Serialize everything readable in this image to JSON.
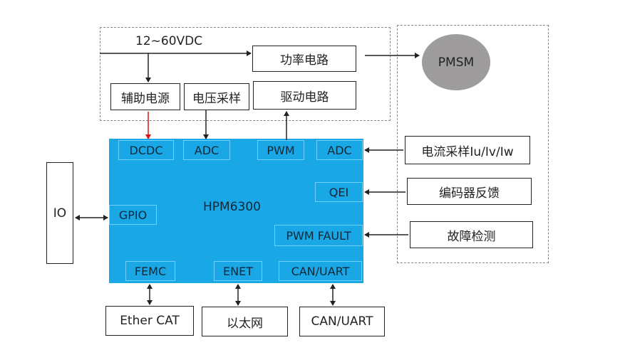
{
  "power_input": "12~60VDC",
  "top_blocks": {
    "power_circuit": "功率电路",
    "aux_power": "辅助电源",
    "voltage_sampling": "电压采样",
    "drive_circuit": "驱动电路"
  },
  "motor": "PMSM",
  "mcu": {
    "name": "HPM6300",
    "ports": {
      "dcdc": "DCDC",
      "adc_left": "ADC",
      "pwm": "PWM",
      "adc_right": "ADC",
      "qei": "QEI",
      "pwm_fault": "PWM FAULT",
      "gpio": "GPIO",
      "femc": "FEMC",
      "enet": "ENET",
      "can_uart": "CAN/UART"
    }
  },
  "right_blocks": {
    "current_sampling": "电流采样Iu/Iv/Iw",
    "encoder_feedback": "编码器反馈",
    "fault_detection": "故障检测"
  },
  "left_block": {
    "io": "IO"
  },
  "bottom_blocks": {
    "ethercat": "Ether CAT",
    "ethernet": "以太网",
    "can_uart": "CAN/UART"
  },
  "colors": {
    "mcu": "#1aa7e6",
    "motor": "#9e9c9c",
    "aux_arrow": "#e01010"
  }
}
